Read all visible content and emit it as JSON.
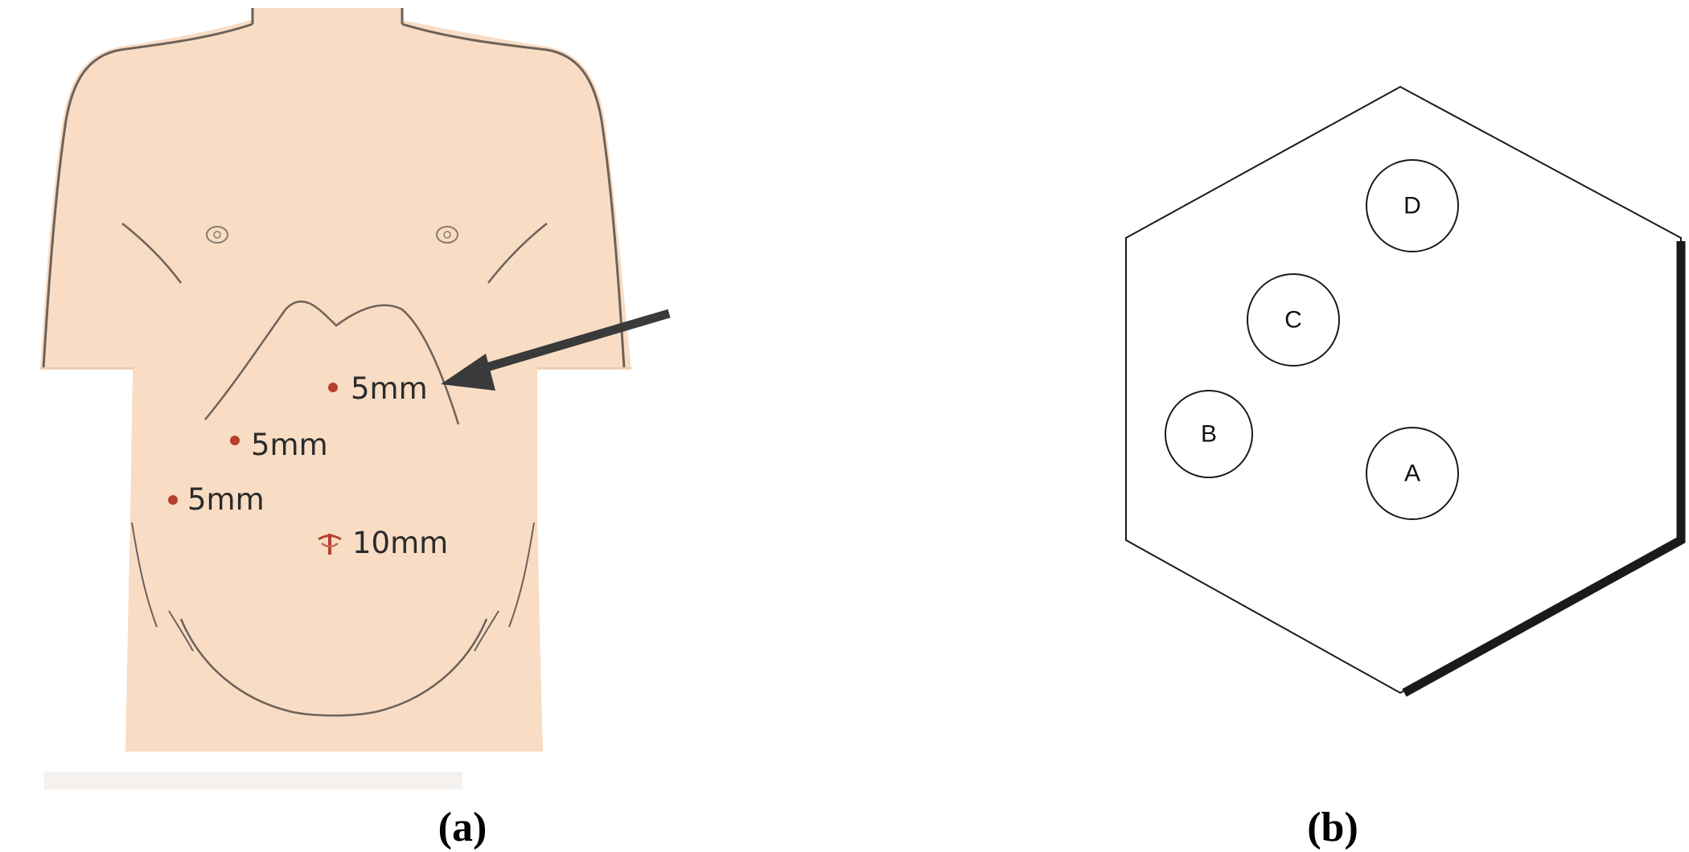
{
  "panel_a": {
    "caption": "(a)",
    "ports": [
      {
        "label": "5mm",
        "marker": "dot",
        "highlighted": true
      },
      {
        "label": "5mm",
        "marker": "dot",
        "highlighted": false
      },
      {
        "label": "5mm",
        "marker": "dot",
        "highlighted": false
      },
      {
        "label": "10mm",
        "marker": "umbilical",
        "highlighted": false
      }
    ]
  },
  "panel_b": {
    "caption": "(b)",
    "circles": [
      {
        "label": "D"
      },
      {
        "label": "C"
      },
      {
        "label": "B"
      },
      {
        "label": "A"
      }
    ]
  },
  "colors": {
    "skin": "#f8dcc4",
    "outline": "#6e6259",
    "port_marker": "#b5402f",
    "arrow": "#3a3a3a"
  }
}
